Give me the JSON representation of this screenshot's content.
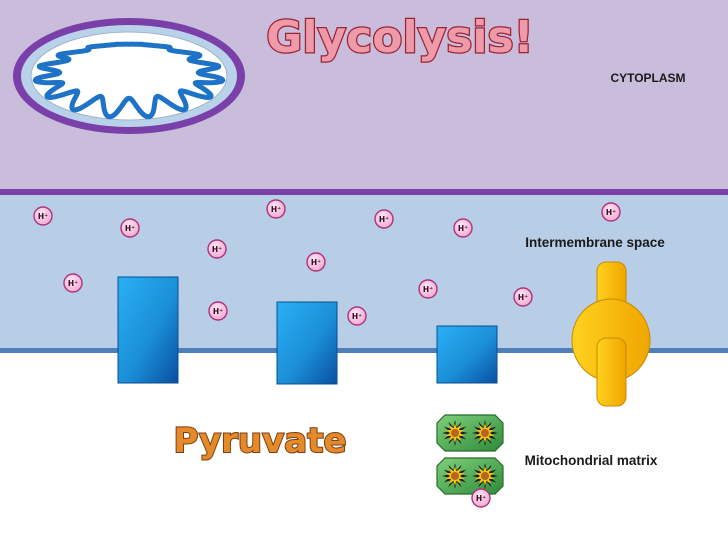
{
  "title": "Glycolysis!",
  "regions": {
    "cytoplasm": "CYTOPLASM",
    "intermembrane": "Intermembrane space",
    "matrix": "Mitochondrial matrix"
  },
  "product_label": "Pyruvate",
  "proton_label": "H⁺",
  "colors": {
    "cytoplasm": "#c9bddb",
    "intermembrane": "#b8cde6",
    "matrix": "#ffffff",
    "membrane_outer": "#7a3fa8",
    "membrane_inner": "#4f7fb8",
    "title_fill": "#ef9aa8",
    "title_stroke": "#9b2335",
    "pyruvate_fill": "#e58a2a",
    "pyruvate_stroke": "#7a3e10",
    "proton_fill": "#f7c7e3",
    "proton_stroke": "#b0337a",
    "protein_blue": "#1b8fd8",
    "atp_synthase": "#f5b700",
    "nadh_green": "#4caf50"
  },
  "icons": [
    "mitochondrion-icon",
    "proton-icon",
    "atp-synthase-icon",
    "electron-carrier-icon"
  ]
}
